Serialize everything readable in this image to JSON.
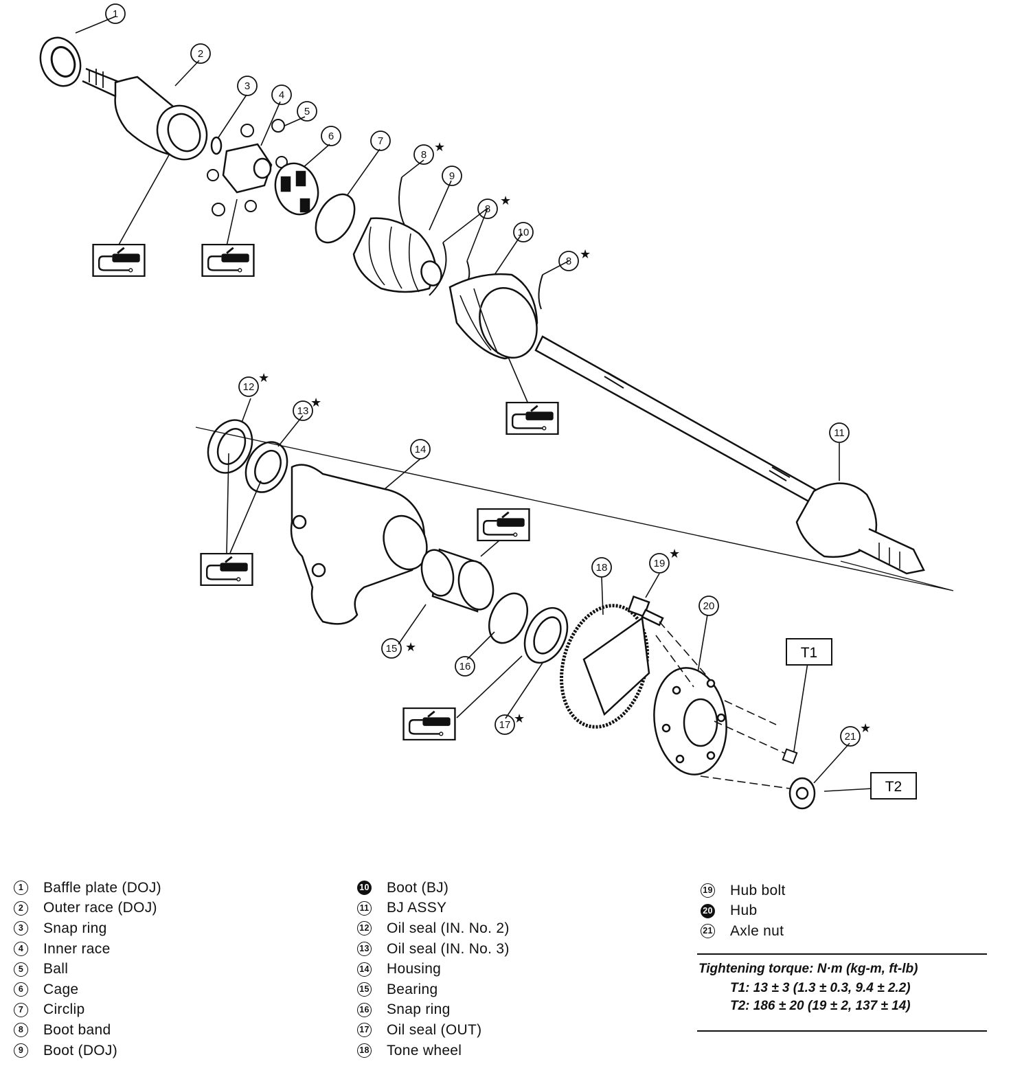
{
  "callouts": {
    "c1": "1",
    "c2": "2",
    "c3": "3",
    "c4": "4",
    "c5": "5",
    "c6": "6",
    "c7": "7",
    "c8a": "8",
    "c8b": "8",
    "c8c": "8",
    "c9": "9",
    "c10": "10",
    "c11": "11",
    "c12": "12",
    "c13": "13",
    "c14": "14",
    "c15": "15",
    "c16": "16",
    "c17": "17",
    "c18": "18",
    "c19": "19",
    "c20": "20",
    "c21": "21",
    "star": "★"
  },
  "torque_labels": {
    "t1": "T1",
    "t2": "T2"
  },
  "legend": {
    "col1": [
      {
        "num": "1",
        "text": "Baffle plate (DOJ)"
      },
      {
        "num": "2",
        "text": "Outer race (DOJ)"
      },
      {
        "num": "3",
        "text": "Snap ring"
      },
      {
        "num": "4",
        "text": "Inner race"
      },
      {
        "num": "5",
        "text": "Ball"
      },
      {
        "num": "6",
        "text": "Cage"
      },
      {
        "num": "7",
        "text": "Circlip"
      },
      {
        "num": "8",
        "text": "Boot band"
      },
      {
        "num": "9",
        "text": "Boot (DOJ)"
      }
    ],
    "col2": [
      {
        "num": "10",
        "text": "Boot (BJ)"
      },
      {
        "num": "11",
        "text": "BJ ASSY"
      },
      {
        "num": "12",
        "text": "Oil seal (IN. No. 2)"
      },
      {
        "num": "13",
        "text": "Oil seal (IN. No. 3)"
      },
      {
        "num": "14",
        "text": "Housing"
      },
      {
        "num": "15",
        "text": "Bearing"
      },
      {
        "num": "16",
        "text": "Snap ring"
      },
      {
        "num": "17",
        "text": "Oil seal (OUT)"
      },
      {
        "num": "18",
        "text": "Tone wheel"
      }
    ],
    "col3": [
      {
        "num": "19",
        "text": "Hub bolt"
      },
      {
        "num": "20",
        "text": "Hub"
      },
      {
        "num": "21",
        "text": "Axle nut"
      }
    ]
  },
  "torque": {
    "title": "Tightening torque: N·m (kg-m, ft-lb)",
    "t1": "T1: 13 ± 3 (1.3 ± 0.3, 9.4 ± 2.2)",
    "t2": "T2: 186 ± 20 (19 ± 2, 137 ± 14)"
  },
  "icons": [
    "grease-gun-icon"
  ]
}
